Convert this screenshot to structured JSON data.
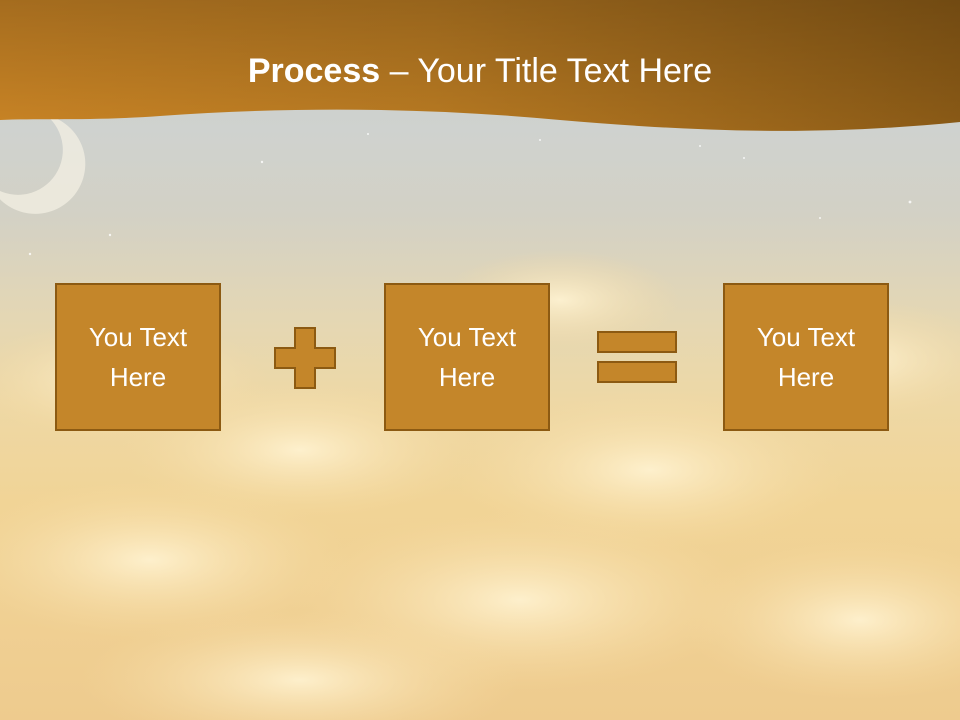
{
  "slide": {
    "title_bold": "Process",
    "title_rest": " – Your Title Text Here",
    "boxes": [
      {
        "text": "You Text Here"
      },
      {
        "text": "You Text Here"
      },
      {
        "text": "You Text Here"
      }
    ],
    "operators": [
      "plus-icon",
      "equals-icon"
    ]
  },
  "colors": {
    "title_bar": "#a86c1e",
    "box_fill": "#c4862a",
    "box_border": "#8c5a12",
    "text": "#ffffff"
  }
}
